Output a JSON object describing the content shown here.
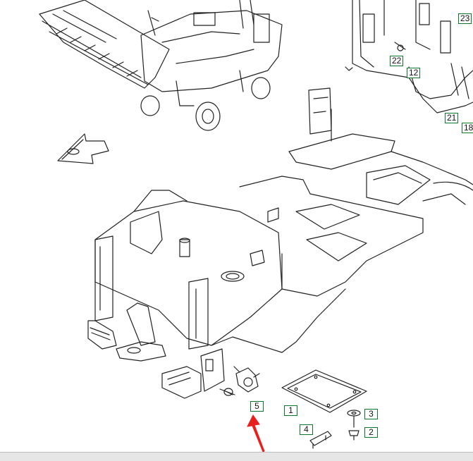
{
  "callouts": {
    "c1": "1",
    "c2": "2",
    "c3": "3",
    "c4": "4",
    "c5": "5",
    "c12": "12",
    "c18": "18",
    "c21": "21",
    "c22": "22",
    "c23": "23"
  },
  "colors": {
    "line": "#222222",
    "callout_border": "#0a7a2a",
    "arrow": "#e8201c"
  },
  "icons": {
    "direction": "direction-arrow-icon",
    "pointer": "red-pointer-arrow-icon"
  }
}
